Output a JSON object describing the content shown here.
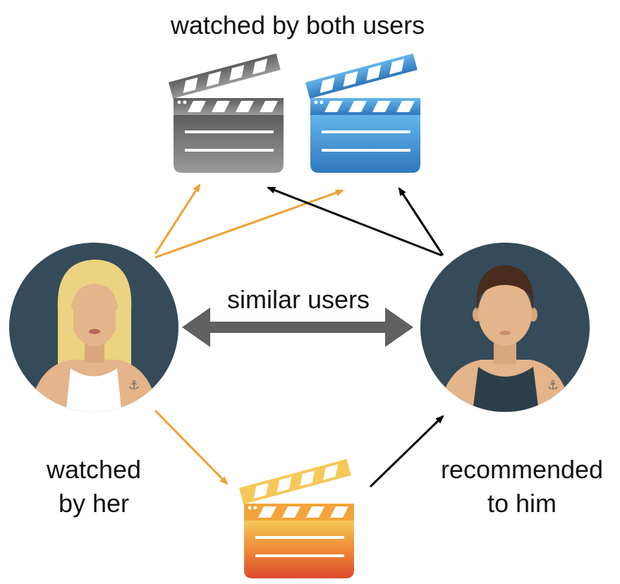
{
  "labels": {
    "top": "watched by both users",
    "middle": "similar users",
    "left_line1": "watched",
    "left_line2": "by her",
    "right_line1": "recommended",
    "right_line2": "to him"
  },
  "colors": {
    "avatar_bg": "#354B5A",
    "skin": "#E4B48A",
    "hair_blonde": "#EBD381",
    "hair_dark": "#4A2C1E",
    "tank_white": "#FFFFFF",
    "tank_dark": "#2C3E4A",
    "clapper_gray": "#8A8A8A",
    "clapper_blue": "#3A86C8",
    "clapper_orange_top": "#F2A43A",
    "clapper_orange_bottom": "#DD4A2C",
    "arrow_orange": "#F0A030",
    "arrow_black": "#000000",
    "arrow_gray": "#606060"
  },
  "icons": {
    "her": "woman-avatar-icon",
    "him": "man-avatar-icon",
    "movie": "clapperboard-icon"
  }
}
